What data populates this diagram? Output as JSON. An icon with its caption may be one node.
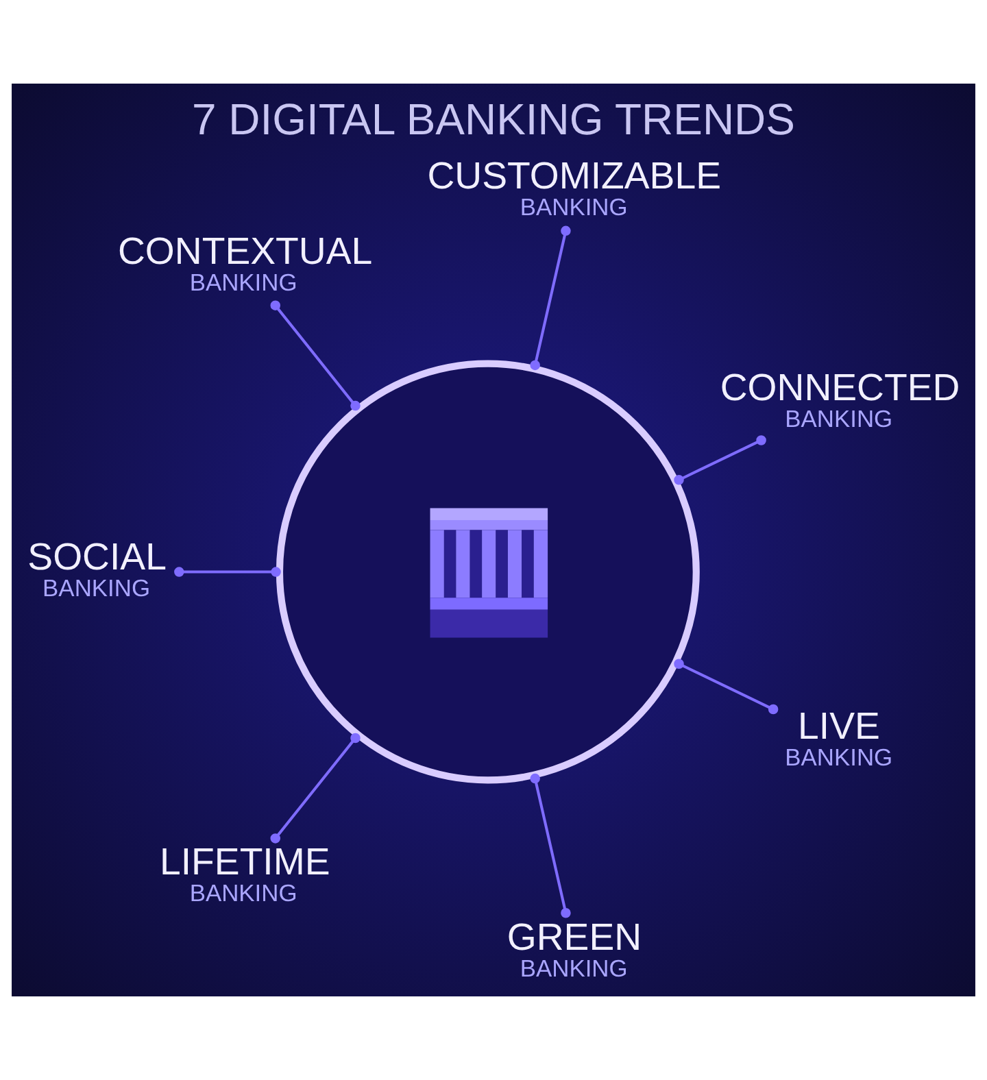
{
  "diagram": {
    "title": "7 DIGITAL BANKING TRENDS",
    "nodes": [
      {
        "text": [
          "CUSTOMIZABLE",
          "BANKING"
        ]
      },
      {
        "text": [
          "CONTEXTUAL",
          "BANKING"
        ]
      },
      {
        "text": [
          "CONNECTED",
          "BANKING"
        ]
      },
      {
        "text": [],
        "shape": "circle"
      },
      {
        "text": [
          "SOCIAL",
          "BANKING"
        ]
      },
      {
        "text": [
          "LIVE",
          "BANKING"
        ]
      },
      {
        "text": [
          "LIFETIME",
          "BANKING"
        ]
      },
      {
        "text": [
          "GREEN",
          "BANKING"
        ]
      }
    ],
    "edges": [
      {
        "from": 3,
        "to": 0,
        "arrow": "other"
      },
      {
        "from": 3,
        "to": 2,
        "arrow": "other"
      },
      {
        "from": 3,
        "to": 5,
        "arrow": "other"
      },
      {
        "from": 3,
        "to": 7,
        "arrow": "other"
      },
      {
        "from": 3,
        "to": 6,
        "arrow": "other"
      },
      {
        "from": 3,
        "to": 4,
        "arrow": "other"
      },
      {
        "from": 3,
        "to": 1,
        "arrow": "other"
      }
    ]
  }
}
